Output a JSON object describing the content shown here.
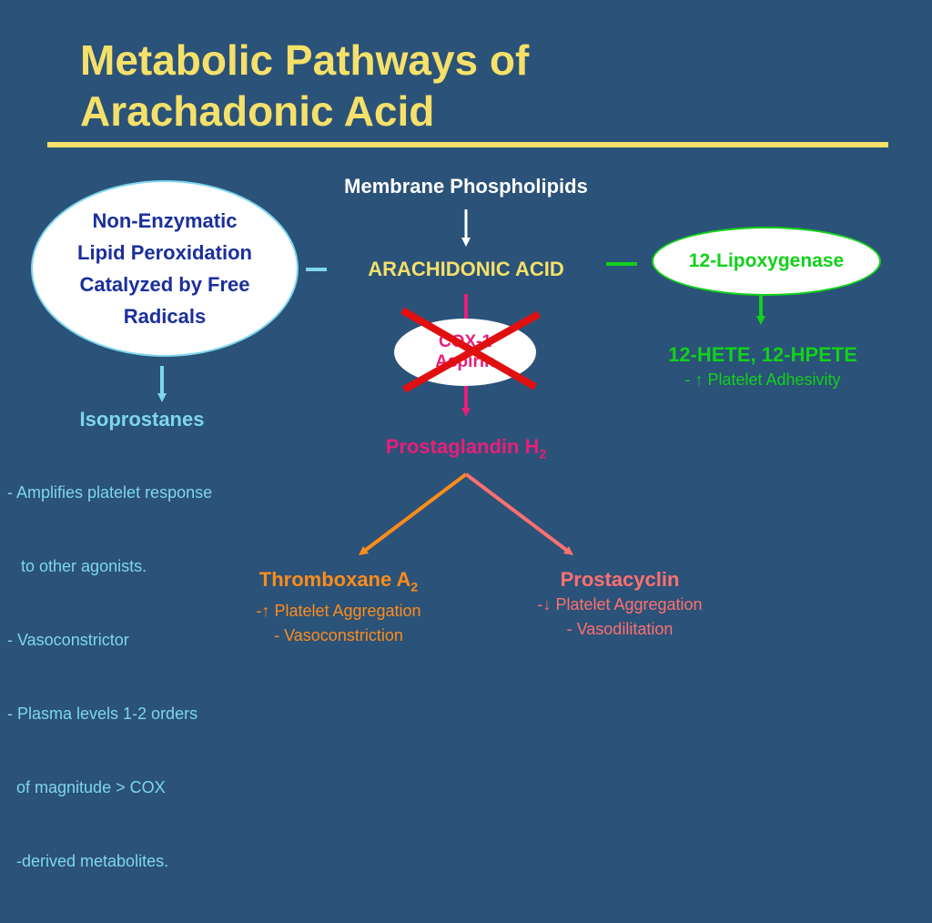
{
  "slide": {
    "title_line1": "Metabolic Pathways of",
    "title_line2": "Arachadonic Acid"
  },
  "top": {
    "membrane": "Membrane Phospholipids",
    "arachidonic": "ARACHIDONIC ACID"
  },
  "left_oval": {
    "line1": "Non-Enzymatic",
    "line2": "Lipid Peroxidation",
    "line3": "Catalyzed by Free",
    "line4": "Radicals"
  },
  "right_oval": {
    "label": "12-Lipoxygenase"
  },
  "cox_oval": {
    "line1": "COX-1",
    "line2": "Aspirin"
  },
  "isoprostanes": {
    "heading": "Isoprostanes",
    "lines": [
      "- Amplifies platelet response",
      "   to other agonists.",
      "- Vasoconstrictor",
      "- Plasma levels 1-2 orders",
      "  of magnitude > COX",
      "  -derived metabolites."
    ]
  },
  "hete": {
    "heading": "12-HETE, 12-HPETE",
    "effect_prefix": "- ",
    "effect_arrow": "↑",
    "effect_text": " Platelet Adhesivity"
  },
  "pgh2": {
    "label": "Prostaglandin H",
    "sub": "2"
  },
  "thromboxane": {
    "label": "Thromboxane A",
    "sub": "2",
    "line1_prefix": "-",
    "line1_arrow": "↑",
    "line1_text": " Platelet Aggregation",
    "line2": "- Vasoconstriction"
  },
  "prostacyclin": {
    "label": "Prostacyclin",
    "line1_prefix": "-",
    "line1_arrow": "↓",
    "line1_text": " Platelet Aggregation",
    "line2": "- Vasodilitation"
  },
  "colors": {
    "background": "#2b5278",
    "title": "#f5e06a",
    "navy_text": "#1a2f9c",
    "cyan": "#7ed6ee",
    "pink": "#e81e79",
    "green": "#11d11a",
    "orange": "#ff8c1a",
    "salmon": "#ff7070",
    "cross": "#e01010"
  }
}
